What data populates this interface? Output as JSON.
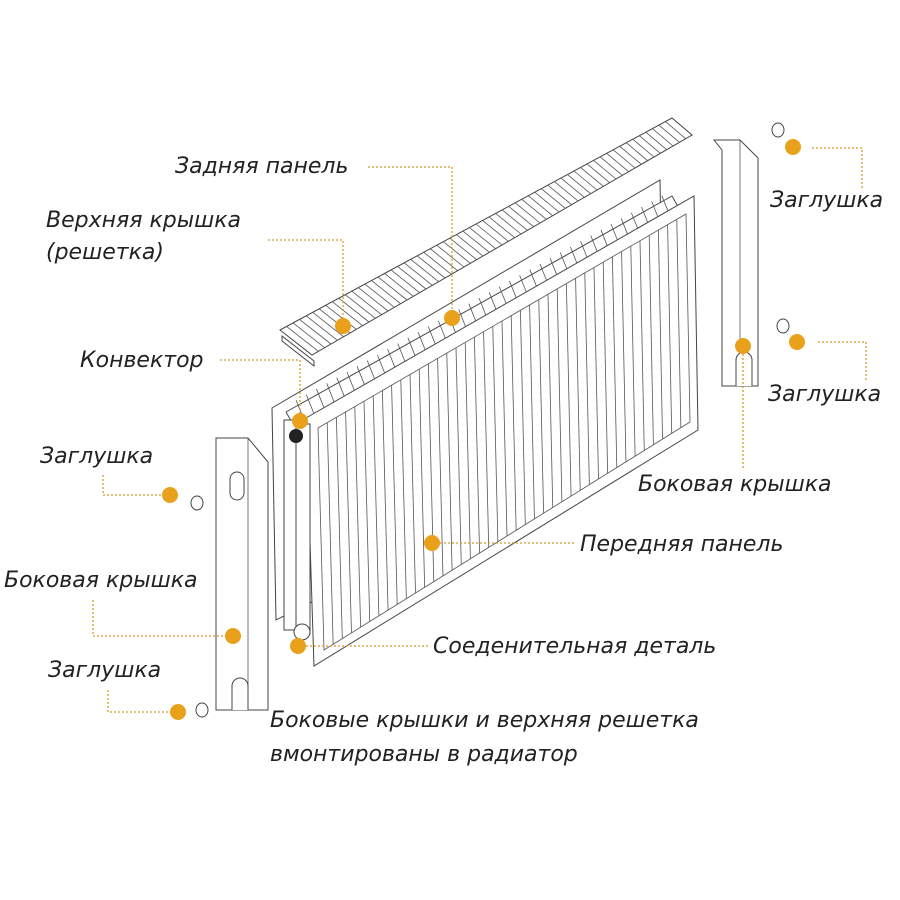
{
  "labels": {
    "back_panel": "Задняя панель",
    "top_cover_line1": "Верхняя крышка",
    "top_cover_line2": "(решетка)",
    "convector": "Конвектор",
    "plug_left_top": "Заглушка",
    "side_cover_left": "Боковая крышка",
    "plug_left_bottom": "Заглушка",
    "plug_right_top": "Заглушка",
    "plug_right_middle": "Заглушка",
    "side_cover_right": "Боковая крышка",
    "front_panel": "Передняя панель",
    "connector": "Соеденительная деталь",
    "note_line1": "Боковые крышки и верхняя решетка",
    "note_line2": "вмонтированы в радиатор"
  },
  "colors": {
    "marker": "#e9a11c",
    "leader_line": "#d79a2a",
    "outline": "#444444"
  },
  "icons": [
    "plug-icon",
    "radiator-illustration"
  ]
}
